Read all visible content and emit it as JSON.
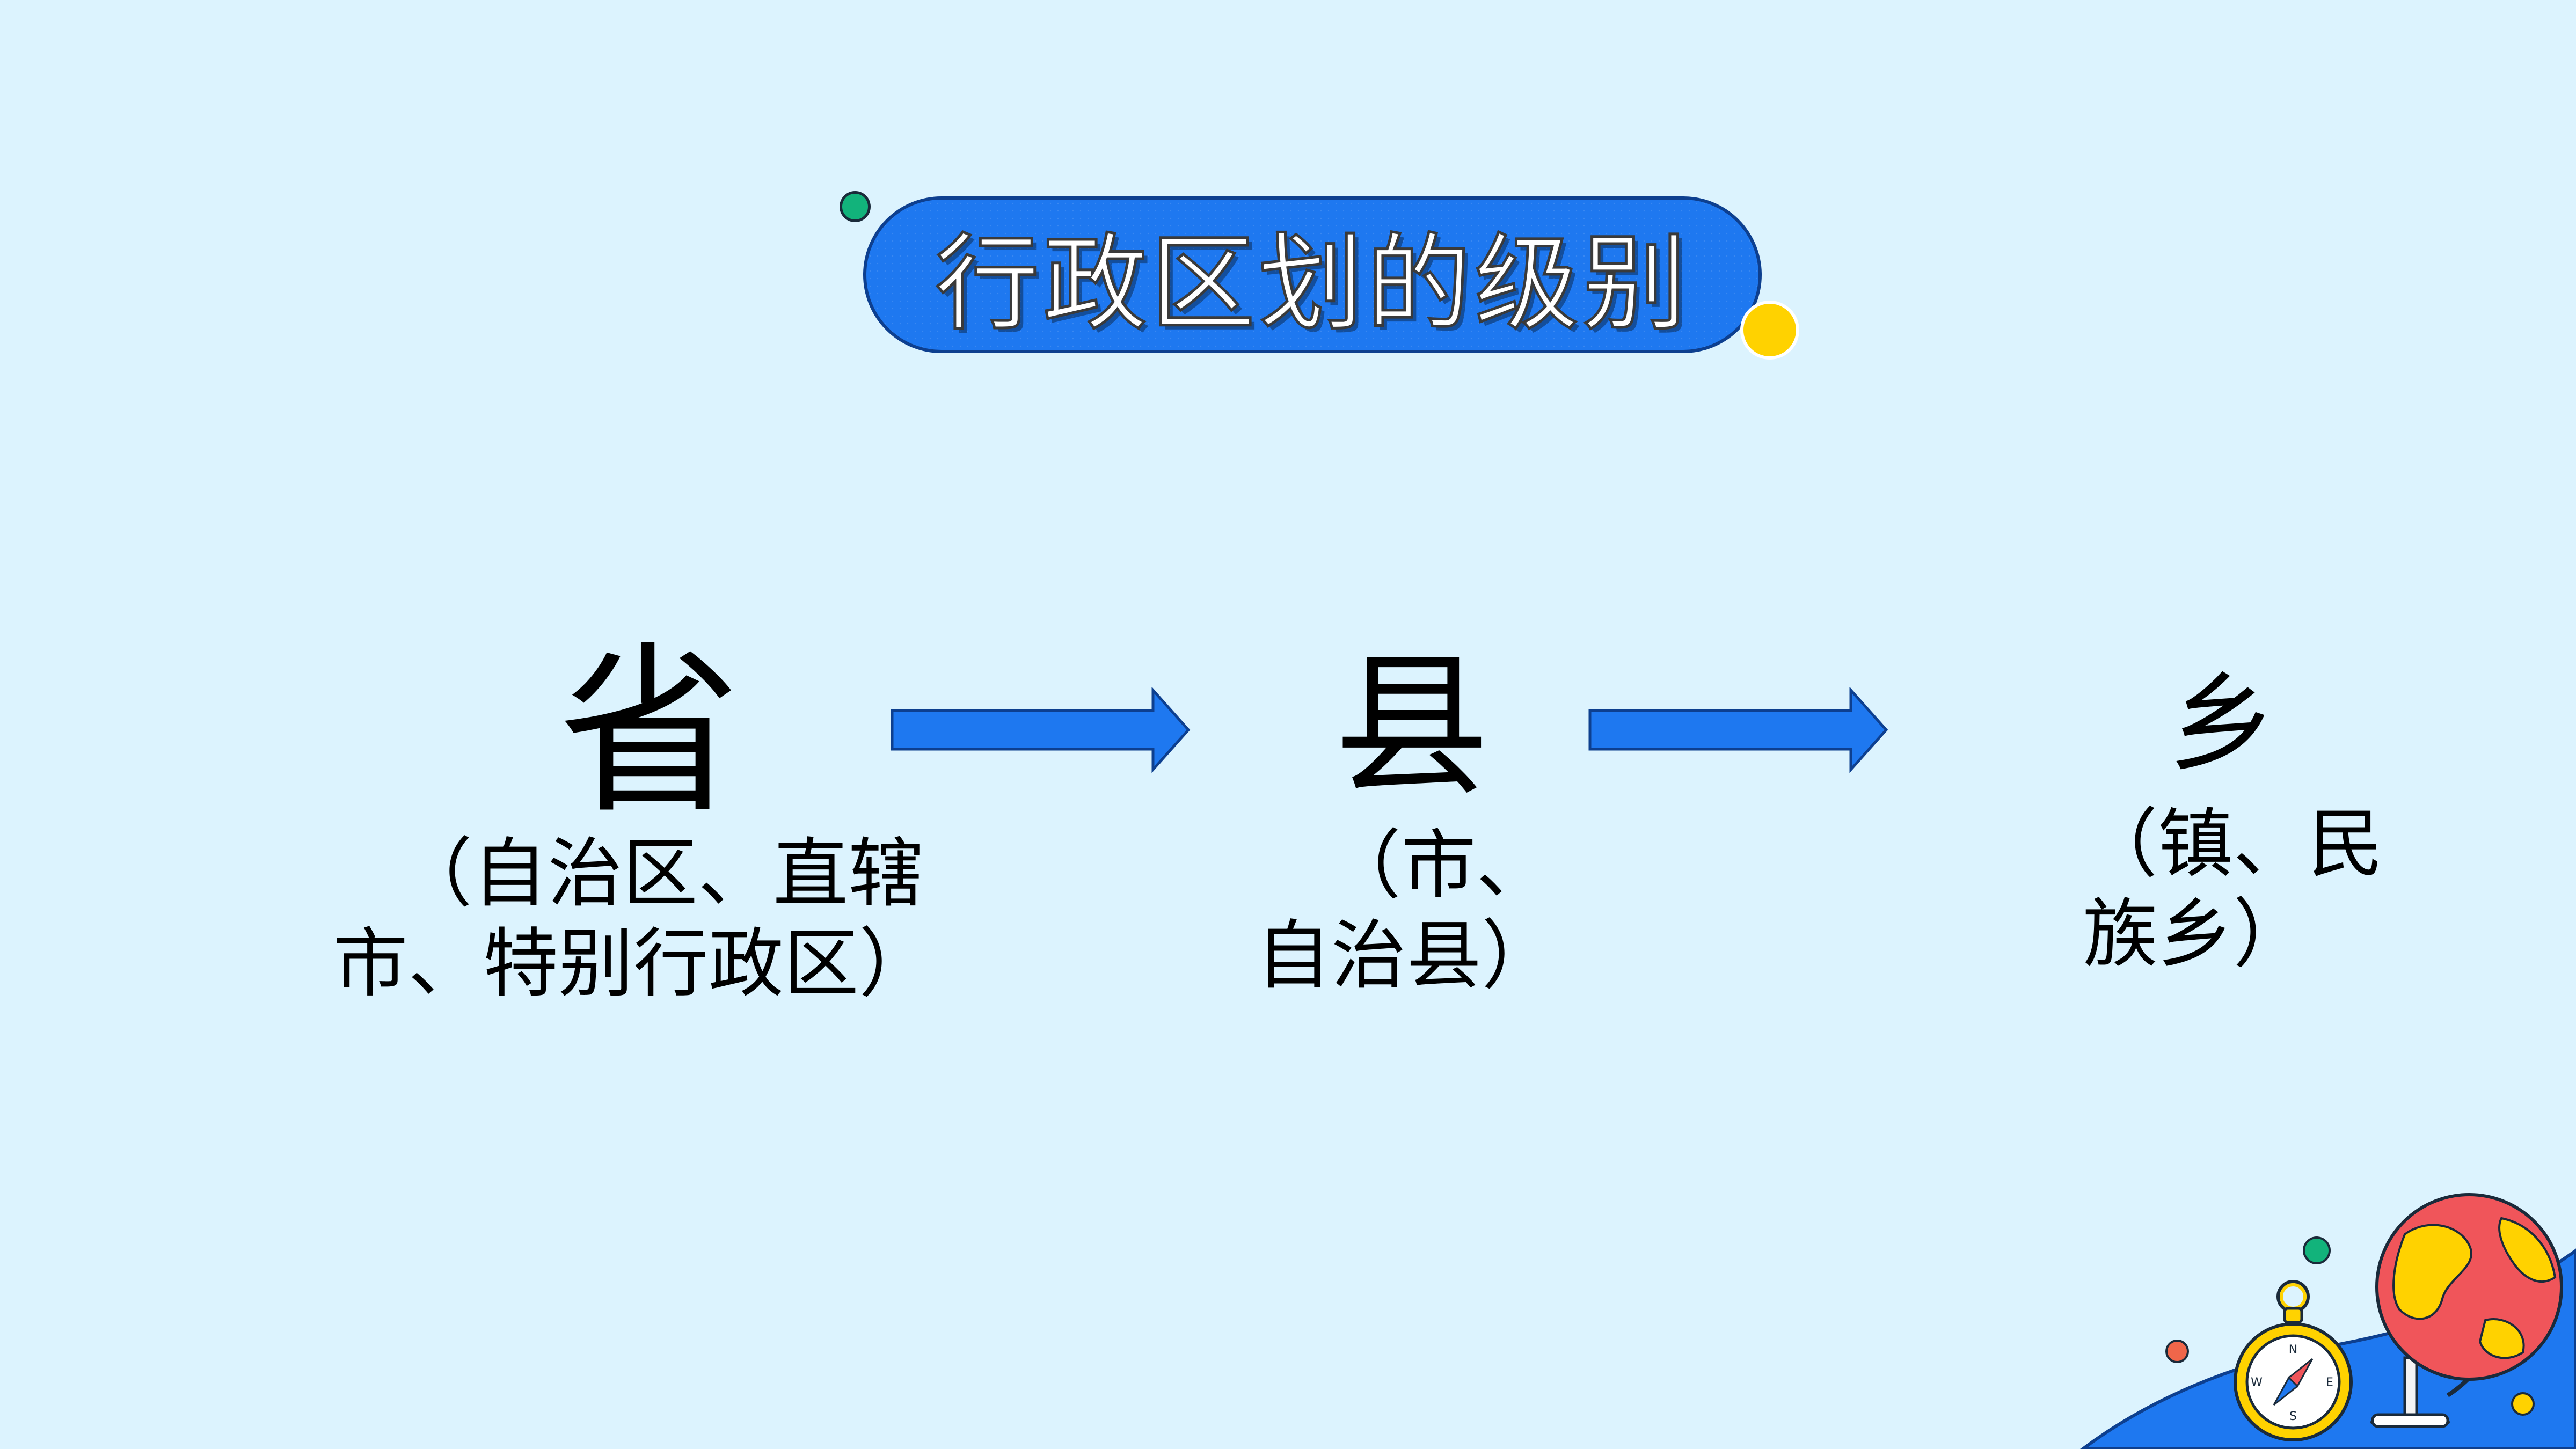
{
  "title": "行政区划的级别",
  "levels": [
    {
      "char": "省",
      "sub_lines": [
        "（自治区、直辖",
        "市、特别行政区）"
      ]
    },
    {
      "char": "县",
      "sub_lines": [
        "（市、",
        "自治县）"
      ]
    },
    {
      "char": "乡",
      "sub_lines": [
        "（镇、民",
        "族乡）"
      ]
    }
  ],
  "colors": {
    "background": "#dcf3fe",
    "title_pill": "#1e78f0",
    "arrow": "#1e78f0",
    "accent_green": "#12b37b",
    "accent_yellow": "#ffd200",
    "globe": "#f0555a"
  },
  "icons": [
    "compass-icon",
    "globe-icon"
  ]
}
